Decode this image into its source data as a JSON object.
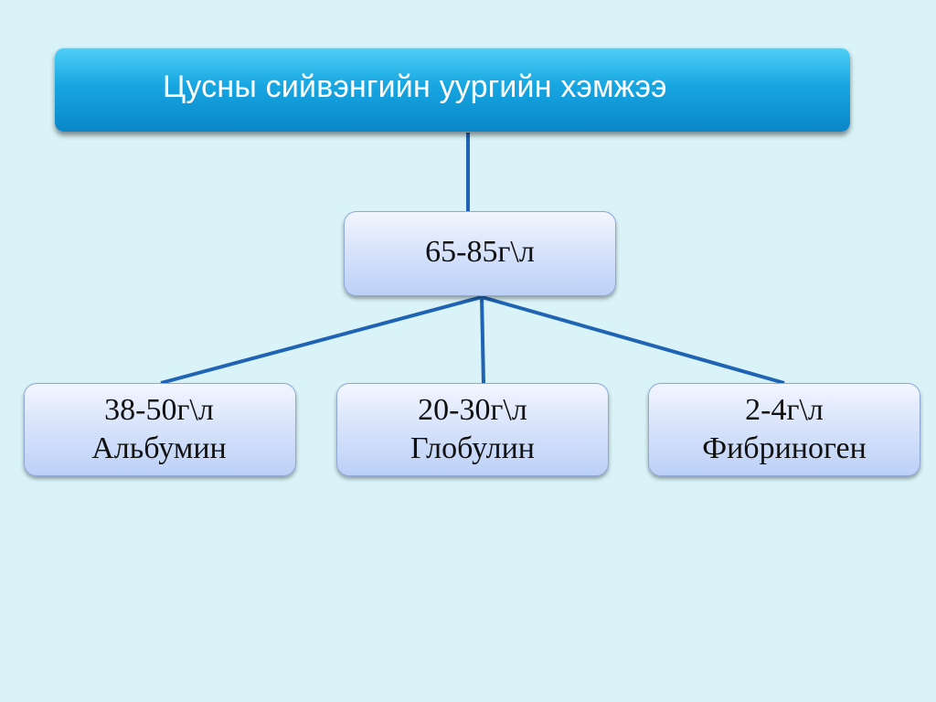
{
  "slide": {
    "title": "Цусны сийвэнгийн уургийн хэмжээ",
    "total": "65-85г\\л",
    "components": [
      {
        "value": "38-50г\\л",
        "name": "Альбумин"
      },
      {
        "value": "20-30г\\л",
        "name": "Глобулин"
      },
      {
        "value": "2-4г\\л",
        "name": "Фибриноген"
      }
    ]
  },
  "colors": {
    "background": "#daf3f8",
    "title_box": "#17a6e2",
    "node_fill": "#d6e2fb",
    "connector": "#1f64b4"
  }
}
